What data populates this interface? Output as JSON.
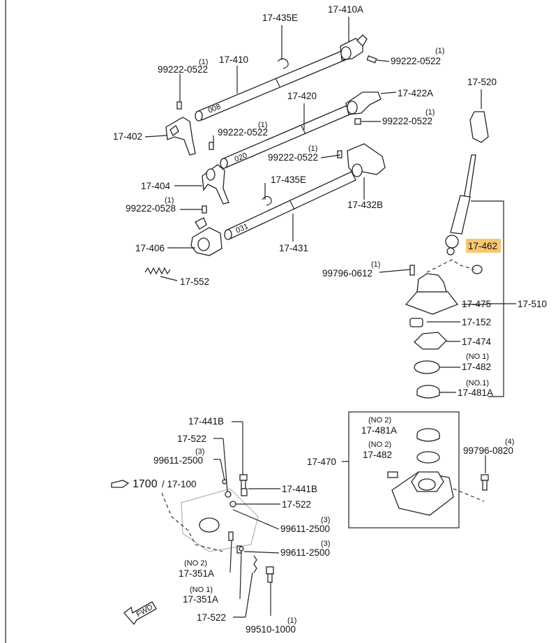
{
  "diagram": {
    "highlight_color": "#f6c770",
    "labels": {
      "l_435e_top": "17-435E",
      "l_410a": "17-410A",
      "l_410": "17-410",
      "l_0522_a_q": "(1)",
      "l_0522_a": "99222-0522",
      "l_0522_b_q": "(1)",
      "l_0522_b": "99222-0522",
      "l_420": "17-420",
      "l_422a": "17-422A",
      "l_0522_c_q": "(1)",
      "l_0522_c": "99222-0522",
      "l_402": "17-402",
      "l_0522_d_q": "(1)",
      "l_0522_d": "99222-0522",
      "l_0522_e_q": "(1)",
      "l_0522_e": "99222-0522",
      "l_404": "17-404",
      "l_435e_mid": "17-435E",
      "l_432b": "17-432B",
      "l_0528_q": "(1)",
      "l_0528": "99222-0528",
      "l_406": "17-406",
      "l_431": "17-431",
      "l_552": "17-552",
      "l_520": "17-520",
      "l_462": "17-462",
      "l_0612_q": "(1)",
      "l_0612": "99796-0612",
      "l_475": "17-475",
      "l_510": "17-510",
      "l_152": "17-152",
      "l_474": "17-474",
      "l_482_no": "(NO 1)",
      "l_482": "17-482",
      "l_481a_no": "(NO.1)",
      "l_481a": "17-481A",
      "l_481a2_no": "(NO 2)",
      "l_481a2": "17-481A",
      "l_482b_no": "(NO 2)",
      "l_482b": "17-482",
      "l_470": "17-470",
      "l_0820_q": "(4)",
      "l_0820": "99796-0820",
      "l_441b_top": "17-441B",
      "l_522_a": "17-522",
      "l_2500_a_q": "(3)",
      "l_2500_a": "99611-2500",
      "l_1700": "1700",
      "l_17100": "/ 17-100",
      "l_441b_mid": "17-441B",
      "l_522_b": "17-522",
      "l_2500_b_q": "(3)",
      "l_2500_b": "99611-2500",
      "l_2500_c_q": "(3)",
      "l_2500_c": "99611-2500",
      "l_351a2_no": "(NO 2)",
      "l_351a2": "17-351A",
      "l_351a1_no": "(NO 1)",
      "l_351a1": "17-351A",
      "l_522_c": "17-522",
      "l_1000_q": "(1)",
      "l_1000": "99510-1000",
      "l_fwd": "FWD"
    }
  }
}
